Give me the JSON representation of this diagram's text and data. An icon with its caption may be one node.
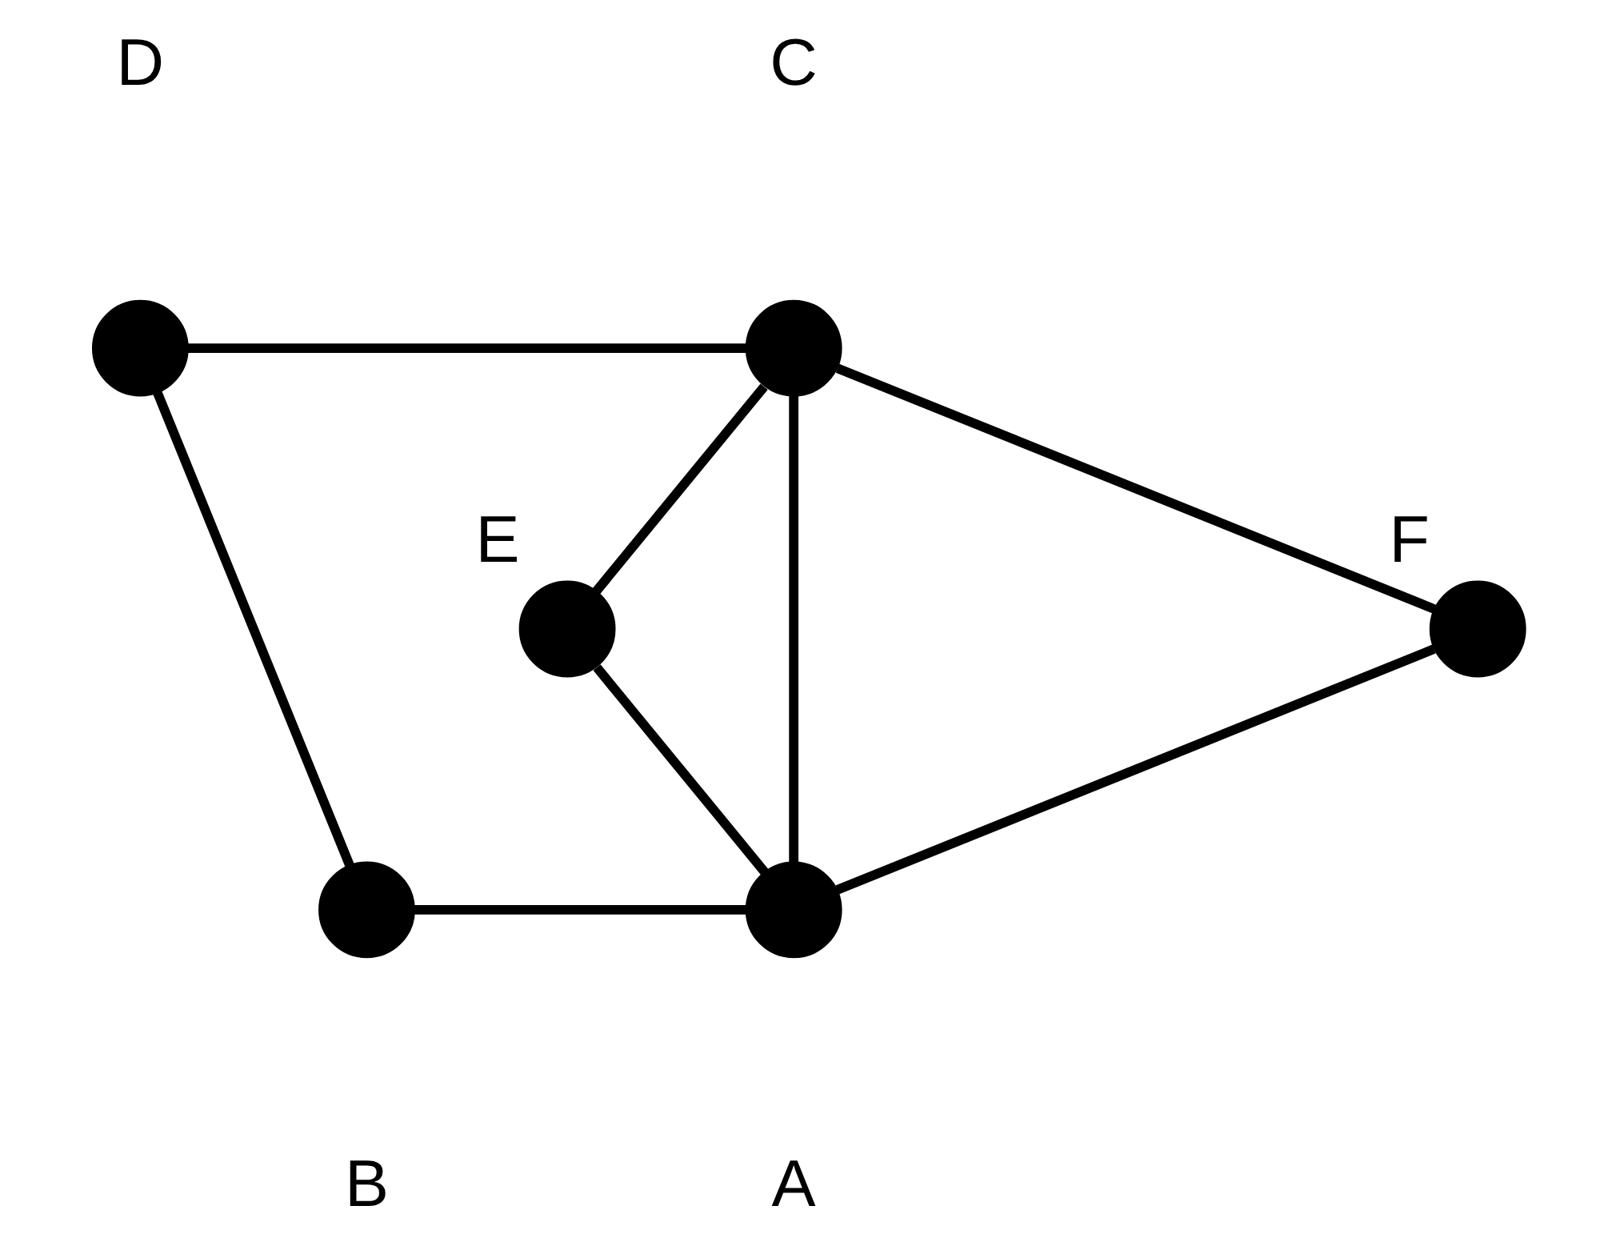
{
  "diagram": {
    "nodes": [
      {
        "text": [],
        "shape": "circle",
        "beside": [
          "D"
        ]
      },
      {
        "text": [],
        "shape": "circle",
        "beside": [
          "C"
        ]
      },
      {
        "text": [],
        "shape": "circle",
        "beside": [
          "E"
        ]
      },
      {
        "text": [],
        "shape": "circle",
        "beside": [
          "F"
        ]
      },
      {
        "text": [],
        "shape": "circle",
        "beside": [
          "B"
        ]
      },
      {
        "text": [],
        "shape": "circle",
        "beside": [
          "A"
        ]
      }
    ],
    "edges": [
      {
        "from": 0,
        "to": 1,
        "arrow": "none"
      },
      {
        "from": 0,
        "to": 4,
        "arrow": "none"
      },
      {
        "from": 4,
        "to": 5,
        "arrow": "none"
      },
      {
        "from": 1,
        "to": 2,
        "arrow": "none"
      },
      {
        "from": 1,
        "to": 5,
        "arrow": "none"
      },
      {
        "from": 1,
        "to": 3,
        "arrow": "none"
      },
      {
        "from": 2,
        "to": 5,
        "arrow": "none"
      },
      {
        "from": 3,
        "to": 5,
        "arrow": "none"
      }
    ]
  }
}
